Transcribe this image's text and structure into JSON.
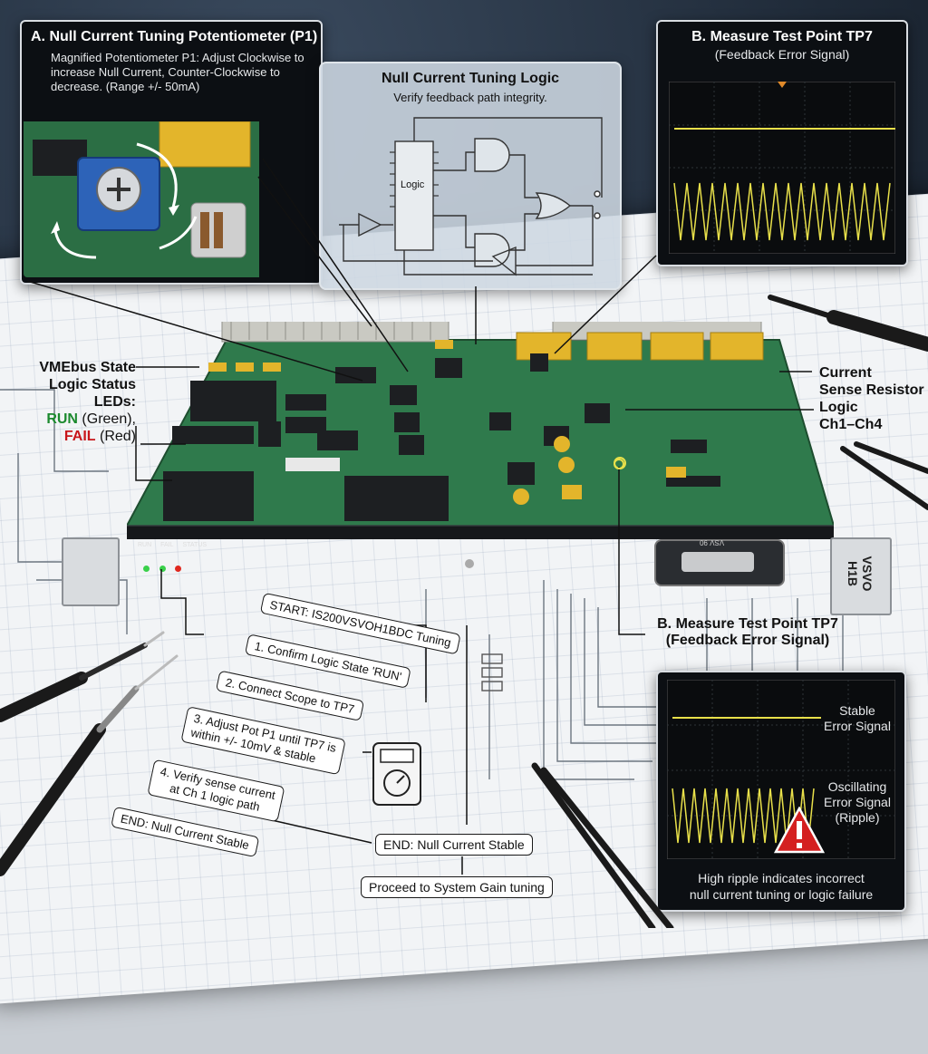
{
  "panel_a": {
    "title": "A. Null Current Tuning Potentiometer (P1)",
    "desc": "Magnified Potentiometer P1: Adjust Clockwise to increase Null Current, Counter-Clockwise to decrease. (Range +/- 50mA)"
  },
  "panel_logic": {
    "title": "Null Current Tuning Logic",
    "subtitle": "Verify feedback path integrity.",
    "chip_label": "Logic"
  },
  "panel_b_top": {
    "title": "B. Measure Test Point TP7",
    "subtitle": "(Feedback Error Signal)"
  },
  "labels": {
    "vme_line1": "VMEbus State",
    "vme_line2": "Logic Status",
    "vme_line3": "LEDs:",
    "run": "RUN",
    "run_suffix": " (Green),",
    "fail": "FAIL",
    "fail_suffix": " (Red)",
    "current_line1": "Current",
    "current_line2": "Sense Resistor",
    "current_line3": "Logic",
    "current_line4": "Ch1–Ch4",
    "b_bottom_title": "B. Measure Test Point TP7",
    "b_bottom_subtitle": "(Feedback Error Signal)",
    "front_run": "RUN",
    "front_fail": "FAIL",
    "front_status": "STATUS",
    "module_name": "VSVO H1B",
    "connector_label": "VSV 90"
  },
  "flow": {
    "start": "START: IS200VSVOH1BDC Tuning",
    "step1": "1. Confirm Logic State 'RUN'",
    "step2": "2. Connect Scope to TP7",
    "step3_line1": "3. Adjust Pot P1 until TP7 is",
    "step3_line2": "within +/- 10mV & stable",
    "step4_line1": "4. Verify sense current",
    "step4_line2": "at Ch 1 logic path",
    "end_left": "END: Null Current Stable",
    "end_right": "END: Null Current Stable",
    "proceed": "Proceed to System Gain tuning"
  },
  "scope_bottom": {
    "stable_line1": "Stable",
    "stable_line2": "Error Signal",
    "osc_line1": "Oscillating",
    "osc_line2": "Error Signal",
    "osc_line3": "(Ripple)",
    "caption_line1": "High ripple indicates incorrect",
    "caption_line2": "null current tuning or logic failure"
  },
  "colors": {
    "pcb": "#2f7a4c",
    "trace_yellow": "#e8e04a",
    "run_green": "#1c8a2e",
    "fail_red": "#c8161b",
    "warning_red": "#d42020"
  }
}
